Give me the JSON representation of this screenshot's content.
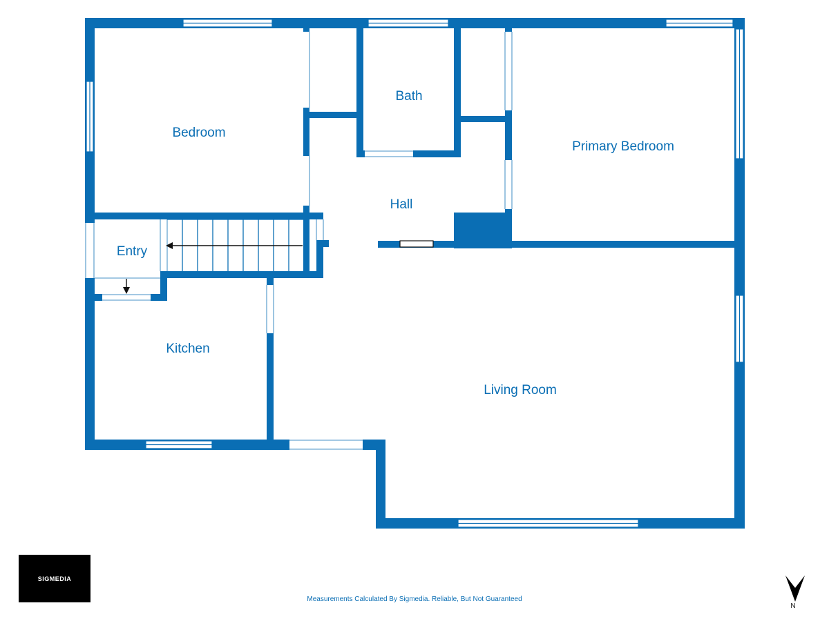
{
  "rooms": {
    "bedroom": "Bedroom",
    "bath": "Bath",
    "primary_bedroom": "Primary Bedroom",
    "hall": "Hall",
    "entry": "Entry",
    "kitchen": "Kitchen",
    "living_room": "Living Room"
  },
  "branding": {
    "logo_text": "SIGMEDIA",
    "disclaimer": "Measurements Calculated By Sigmedia. Reliable, But Not Guaranteed"
  },
  "compass": {
    "label": "N"
  },
  "colors": {
    "wall": "#0a6eb4",
    "background": "#ffffff",
    "logo_bg": "#000000"
  }
}
